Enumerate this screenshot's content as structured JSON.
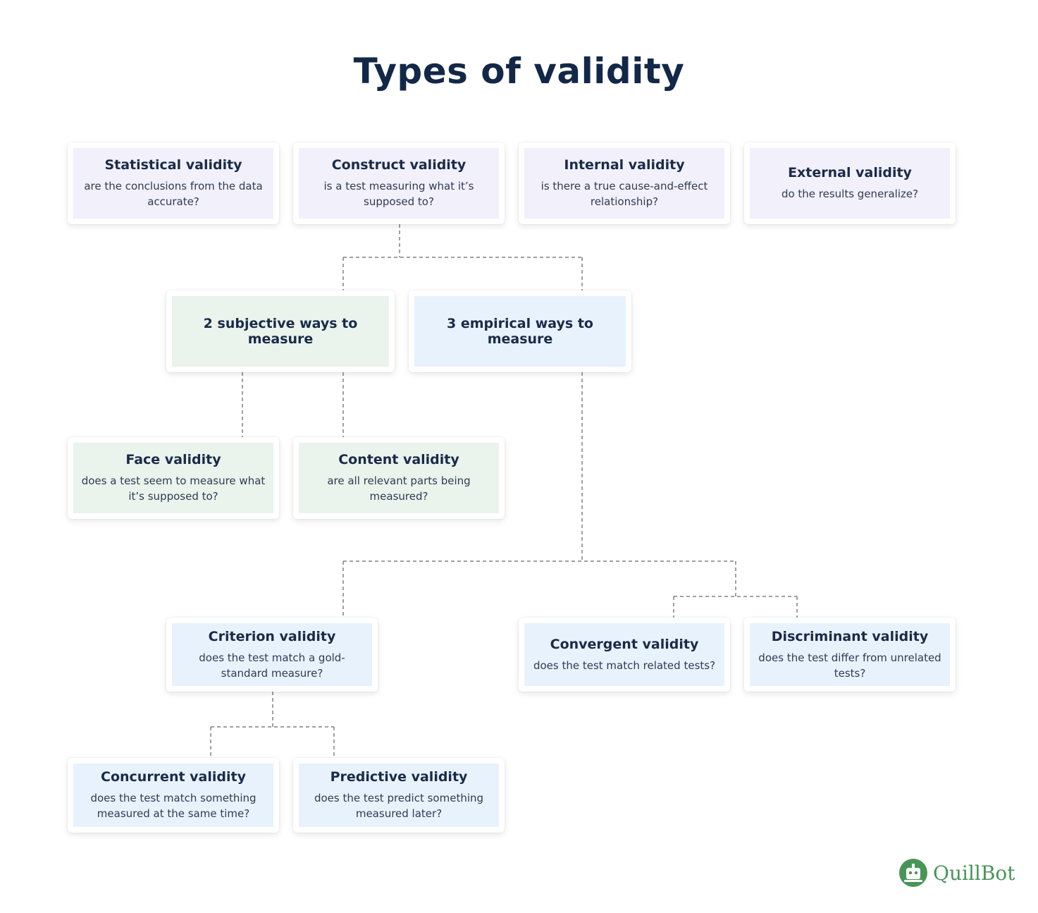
{
  "title": "Types of validity",
  "top_row": [
    {
      "heading": "Statistical validity",
      "sub": "are the conclusions from the data accurate?"
    },
    {
      "heading": "Construct validity",
      "sub": "is a test measuring what it’s supposed to?"
    },
    {
      "heading": "Internal validity",
      "sub": "is there a true cause-and-effect relationship?"
    },
    {
      "heading": "External validity",
      "sub": "do the results generalize?"
    }
  ],
  "measure_row": [
    {
      "heading": "2 subjective ways to measure"
    },
    {
      "heading": "3 empirical ways to measure"
    }
  ],
  "subjective": [
    {
      "heading": "Face validity",
      "sub": "does a test seem to measure what it’s supposed to?"
    },
    {
      "heading": "Content validity",
      "sub": "are all relevant parts being measured?"
    }
  ],
  "empirical": [
    {
      "heading": "Criterion validity",
      "sub": "does the test match a gold-standard measure?"
    },
    {
      "heading": "Convergent validity",
      "sub": "does the test match related tests?"
    },
    {
      "heading": "Discriminant validity",
      "sub": "does the test differ from unrelated tests?"
    }
  ],
  "criterion": [
    {
      "heading": "Concurrent validity",
      "sub": "does the test match something measured at the same time?"
    },
    {
      "heading": "Predictive validity",
      "sub": "does the test predict something measured later?"
    }
  ],
  "logo": {
    "text": "QuillBot",
    "icon": "quillbot-robot-icon",
    "color": "#499557"
  },
  "colors": {
    "purple": "#f1f0fb",
    "green": "#eaf3ec",
    "blue": "#e8f2fd",
    "title": "#132848"
  }
}
